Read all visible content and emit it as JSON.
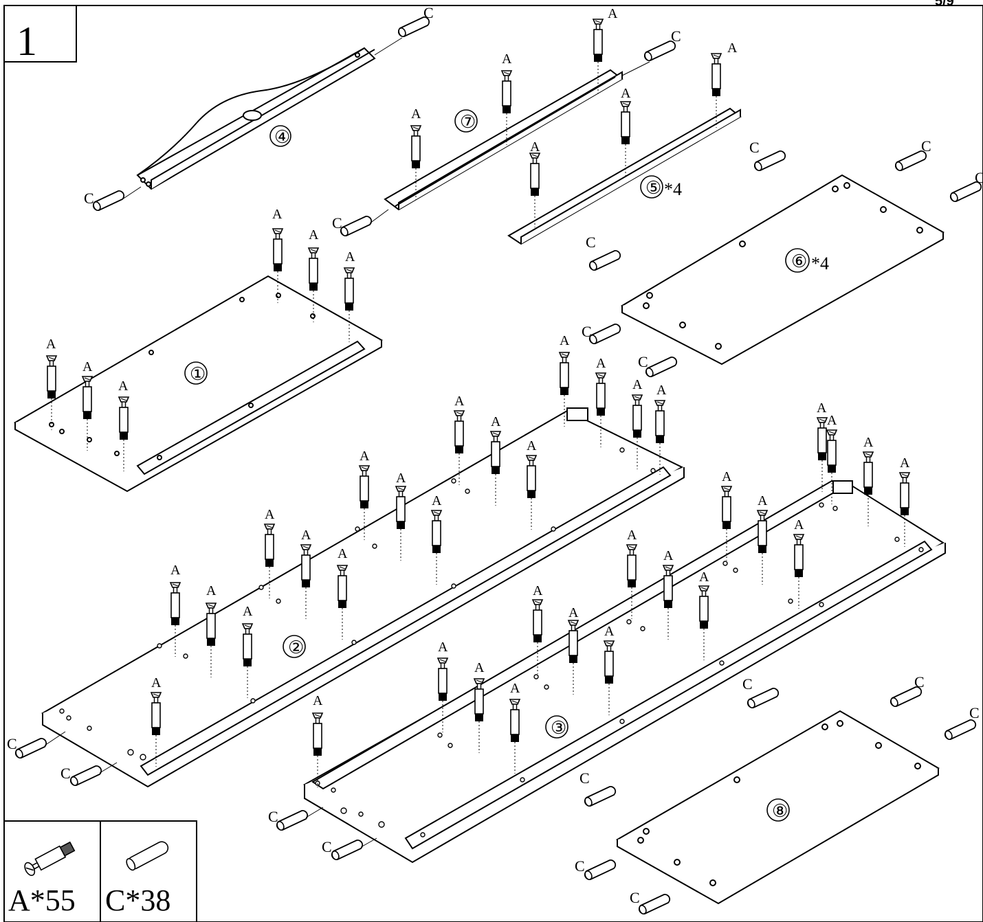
{
  "page": {
    "step_number": "1",
    "page_tag": "5/9"
  },
  "parts": {
    "p1": "①",
    "p2": "②",
    "p3": "③",
    "p4": "④",
    "p5": "⑤",
    "p5_qty": "*4",
    "p6": "⑥",
    "p6_qty": "*4",
    "p7": "⑦",
    "p8": "⑧"
  },
  "hardware": {
    "a_label": "A",
    "c_label": "C",
    "a_count": "A*55",
    "c_count": "C*38"
  }
}
